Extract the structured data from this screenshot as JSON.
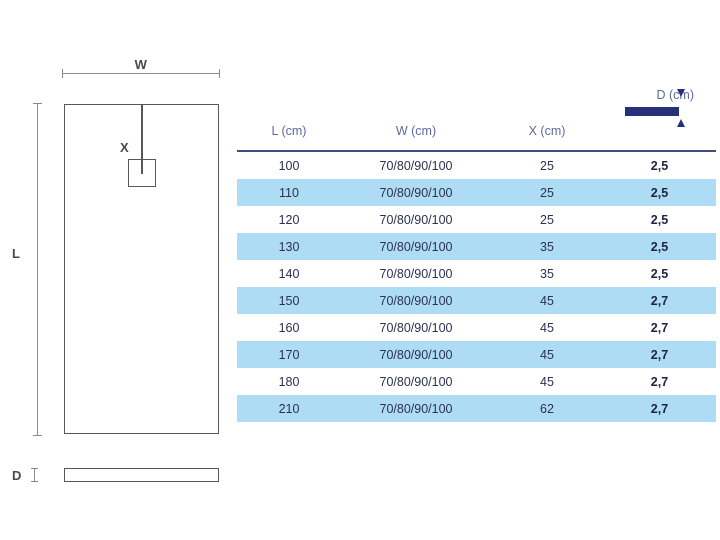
{
  "drawing": {
    "width_label": "W",
    "length_label": "L",
    "drain_label": "X",
    "depth_label": "D",
    "shapes": {
      "plan_view": "shower-tray-plan-rectangle",
      "side_view": "shower-tray-side-bar",
      "drain": "drain-square"
    }
  },
  "table": {
    "depth_header": {
      "label": "D (cm)",
      "bar_color": "#27317a",
      "arrow_up": "arrow-up-icon",
      "arrow_down": "arrow-down-icon"
    },
    "columns": [
      "L (cm)",
      "W (cm)",
      "X (cm)",
      "D (cm)"
    ],
    "rows": [
      {
        "L": "100",
        "W": "70/80/90/100",
        "X": "25",
        "D": "2,5"
      },
      {
        "L": "110",
        "W": "70/80/90/100",
        "X": "25",
        "D": "2,5"
      },
      {
        "L": "120",
        "W": "70/80/90/100",
        "X": "25",
        "D": "2,5"
      },
      {
        "L": "130",
        "W": "70/80/90/100",
        "X": "35",
        "D": "2,5"
      },
      {
        "L": "140",
        "W": "70/80/90/100",
        "X": "35",
        "D": "2,5"
      },
      {
        "L": "150",
        "W": "70/80/90/100",
        "X": "45",
        "D": "2,7"
      },
      {
        "L": "160",
        "W": "70/80/90/100",
        "X": "45",
        "D": "2,7"
      },
      {
        "L": "170",
        "W": "70/80/90/100",
        "X": "45",
        "D": "2,7"
      },
      {
        "L": "180",
        "W": "70/80/90/100",
        "X": "45",
        "D": "2,7"
      },
      {
        "L": "210",
        "W": "70/80/90/100",
        "X": "62",
        "D": "2,7"
      }
    ]
  },
  "colors": {
    "stripe": "#aedcf5",
    "header_text": "#5d6b9e",
    "header_rule": "#414b7e",
    "navy": "#27317a",
    "line": "#585858",
    "dim_line": "#8a8a8a"
  }
}
